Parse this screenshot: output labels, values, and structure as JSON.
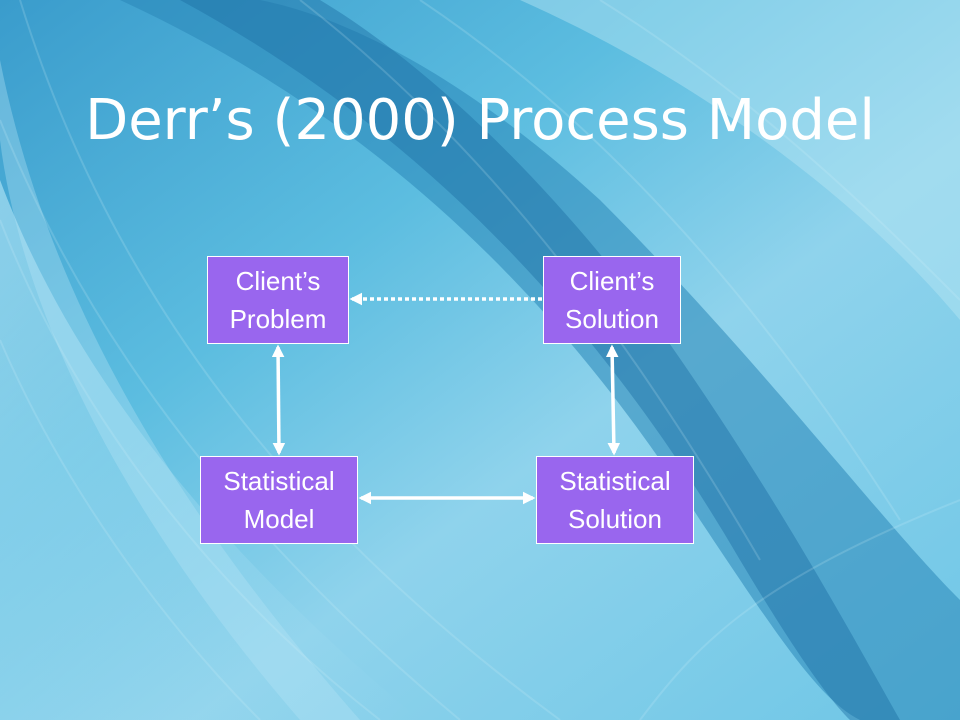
{
  "slide": {
    "title": "Derr’s (2000) Process Model"
  },
  "nodes": {
    "client_problem": {
      "line1": "Client’s",
      "line2": "Problem"
    },
    "client_solution": {
      "line1": "Client’s",
      "line2": "Solution"
    },
    "statistical_model": {
      "line1": "Statistical",
      "line2": "Model"
    },
    "statistical_solution": {
      "line1": "Statistical",
      "line2": "Solution"
    }
  },
  "connectors": [
    {
      "from": "client_solution",
      "to": "client_problem",
      "style": "dotted",
      "direction": "forward"
    },
    {
      "from": "client_problem",
      "to": "statistical_model",
      "style": "solid",
      "direction": "both"
    },
    {
      "from": "statistical_model",
      "to": "statistical_solution",
      "style": "solid",
      "direction": "both"
    },
    {
      "from": "statistical_solution",
      "to": "client_solution",
      "style": "solid",
      "direction": "both"
    }
  ],
  "colors": {
    "box_fill": "#9966ee",
    "box_border": "#ffffff",
    "text": "#ffffff",
    "arrow": "#ffffff",
    "background_light": "#7fd0ea",
    "background_dark": "#2a86b8"
  }
}
